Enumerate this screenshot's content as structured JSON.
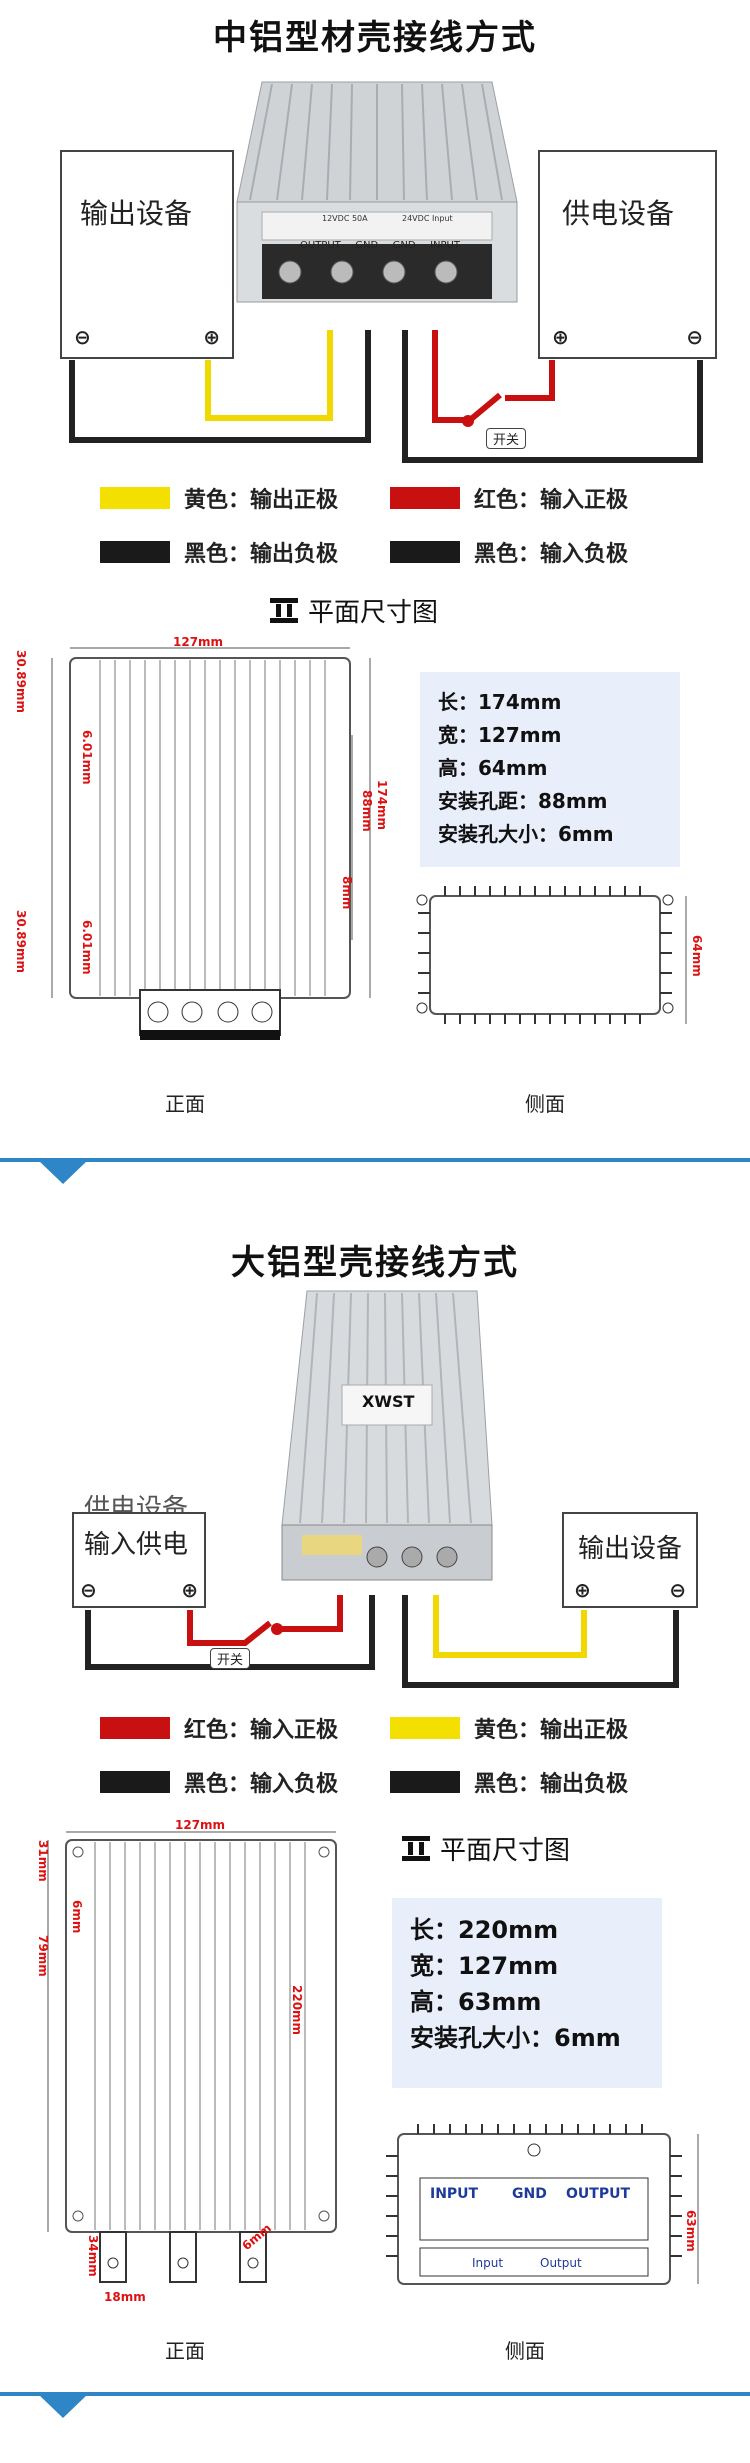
{
  "section1": {
    "title": "中铝型材壳接线方式",
    "left_device": "输出设备",
    "right_device": "供电设备",
    "label_top": "12VDC 50A",
    "label_sub": "24VDC Input",
    "terminals": [
      "OUTPUT",
      "GND",
      "GND",
      "INPUT"
    ],
    "switch_label": "开关",
    "legend": [
      {
        "color": "#f4e000",
        "text": "黄色：输出正极"
      },
      {
        "color": "#c81010",
        "text": "红色：输入正极"
      },
      {
        "color": "#1a1a1a",
        "text": "黑色：输出负极"
      },
      {
        "color": "#1a1a1a",
        "text": "黑色：输入负极"
      }
    ],
    "dim_header": "平面尺寸图",
    "dims": {
      "width": "127mm",
      "top": "30.89mm",
      "hole1": "6.01mm",
      "hole2": "6.01mm",
      "bottom": "30.89mm",
      "pitch": "88mm",
      "length": "174mm",
      "small": "8mm",
      "height": "64mm"
    },
    "specs": [
      "长：174mm",
      "宽：127mm",
      "高：64mm",
      "安装孔距：88mm",
      "安装孔大小：6mm"
    ],
    "caption_front": "正面",
    "caption_side": "侧面"
  },
  "section2": {
    "title": "大铝型壳接线方式",
    "brand": "XWST",
    "left_device": "输入供电",
    "left_device_ghost": "供电设备",
    "right_device": "输出设备",
    "switch_label": "开关",
    "legend": [
      {
        "color": "#c81010",
        "text": "红色：输入正极"
      },
      {
        "color": "#f4e000",
        "text": "黄色：输出正极"
      },
      {
        "color": "#1a1a1a",
        "text": "黑色：输入负极"
      },
      {
        "color": "#1a1a1a",
        "text": "黑色：输出负极"
      }
    ],
    "dim_header": "平面尺寸图",
    "dims": {
      "width": "127mm",
      "top": "31mm",
      "hole": "6mm",
      "span": "79mm",
      "length": "220mm",
      "tab": "34mm",
      "tabw": "18mm",
      "diag": "6mm",
      "height": "63mm"
    },
    "side_labels": [
      "INPUT",
      "GND",
      "OUTPUT"
    ],
    "side_bottom": [
      "Input",
      "Output"
    ],
    "specs": [
      "长：220mm",
      "宽：127mm",
      "高：63mm",
      "安装孔大小：6mm"
    ],
    "caption_front": "正面",
    "caption_side": "侧面"
  }
}
